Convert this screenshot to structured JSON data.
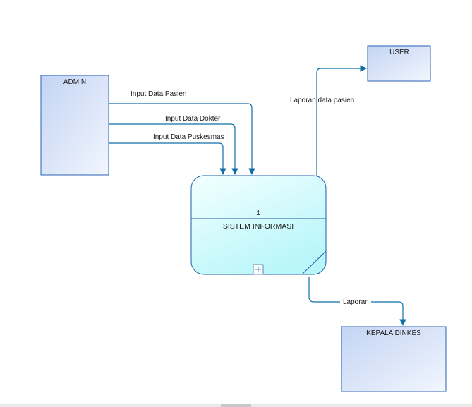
{
  "diagram": {
    "entities": {
      "admin": {
        "label": "ADMIN"
      },
      "user": {
        "label": "USER"
      },
      "kepala_dinkes": {
        "label": "KEPALA DINKES"
      }
    },
    "process": {
      "number": "1",
      "label": "SISTEM INFORMASI"
    },
    "flows": {
      "input_pasien": "Input Data Pasien",
      "input_dokter": "Input Data Dokter",
      "input_puskesmas": "Input Data Puskesmas",
      "laporan_pasien": "Laporan data pasien",
      "laporan": "Laporan"
    },
    "colors": {
      "line": "#0f6fa8",
      "entity_border": "#2a62b6",
      "entity_fill_start": "#c3d4f3",
      "entity_fill_end": "#f2f6fe",
      "process_border": "#1c5fa6",
      "process_fill_start": "#f3ffff",
      "process_fill_end": "#b9f6fa"
    }
  }
}
